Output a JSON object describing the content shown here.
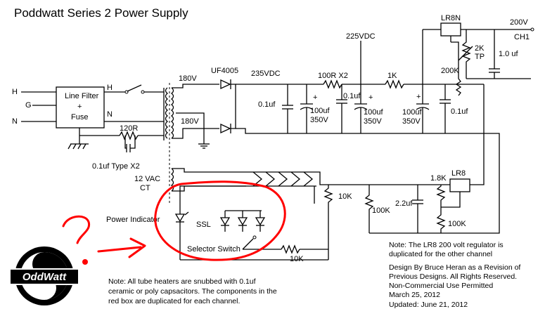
{
  "title": "Poddwatt Series 2 Power Supply",
  "inputs": {
    "h": "H",
    "g": "G",
    "n": "N"
  },
  "line_filter": {
    "line1": "Line Filter",
    "line2": "+",
    "line3": "Fuse",
    "h_out": "H",
    "n_out": "N"
  },
  "labels": {
    "uf4005": "UF4005",
    "v180_top": "180V",
    "v180_bot": "180V",
    "v235": "235VDC",
    "v225": "225VDC",
    "r100x2": "100R X2",
    "c01_a": "0.1uf",
    "c01_b": "0.1uf",
    "c01_c": "0.1uf",
    "r1k": "1K",
    "c100_1a": "100uf",
    "c100_1b": "350V",
    "c100_2a": "100uf",
    "c100_2b": "350V",
    "c100_3a": "100uf",
    "c100_3b": "350V",
    "lr8n": "LR8N",
    "v200": "200V",
    "ch1": "CH1",
    "r2k": "2K",
    "tp": "TP",
    "c10": "1.0 uf",
    "r200k": "200K",
    "r120": "120R",
    "c01_type": "0.1uf Type X2",
    "vac12": "12 VAC",
    "ct": "CT",
    "r10k_a": "10K",
    "r10k_b": "10K",
    "r1_8k": "1.8K",
    "lr8": "LR8",
    "c22": "2.2uf",
    "r100k_a": "100K",
    "r100k_b": "100K",
    "power_indicator": "Power Indicator",
    "ssl": "SSL",
    "selector": "Selector Switch",
    "plus1": "+",
    "plus2": "+",
    "plus3": "+"
  },
  "logo": {
    "text": "OddWatt"
  },
  "note_left": [
    "Note:   All tube heaters are snubbed with 0.1uf",
    "ceramic or poly capsacitors.  The components in the",
    "red box are duplicated for each channel."
  ],
  "note_right": [
    "Note: The LR8 200 volt regulator is",
    "duplicated for the other channel",
    "",
    "Design By Bruce Heran as a Revision of",
    "Previous Designs.  All Rights Reserved.",
    "Non-Commercial Use Permitted",
    "March 25, 2012",
    "Updated: June 21, 2012"
  ],
  "colors": {
    "annotation": "#ff0000",
    "ink": "#000000"
  }
}
